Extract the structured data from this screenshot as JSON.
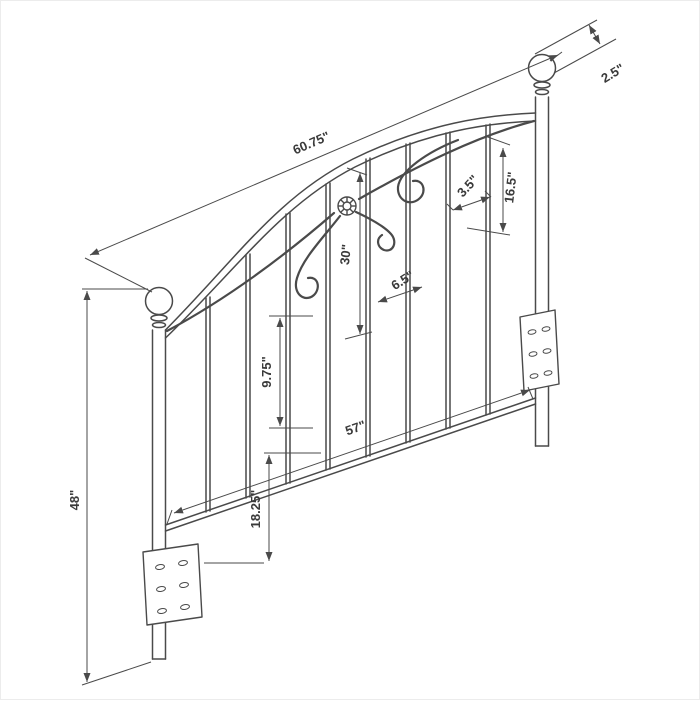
{
  "dimensions": {
    "finial_width": "2.5\"",
    "overall_width": "60.75\"",
    "spindle_spacing_top": "3.5\"",
    "upper_right_height": "16.5\"",
    "center_height": "30\"",
    "spindle_spacing_center": "6.5\"",
    "lower_spindle_height": "9.75\"",
    "inner_width": "57\"",
    "leg_height": "18.25\"",
    "overall_height": "48\""
  },
  "colors": {
    "line": "#4a4a4a",
    "dimension": "#4a4a4a",
    "background": "#ffffff"
  }
}
